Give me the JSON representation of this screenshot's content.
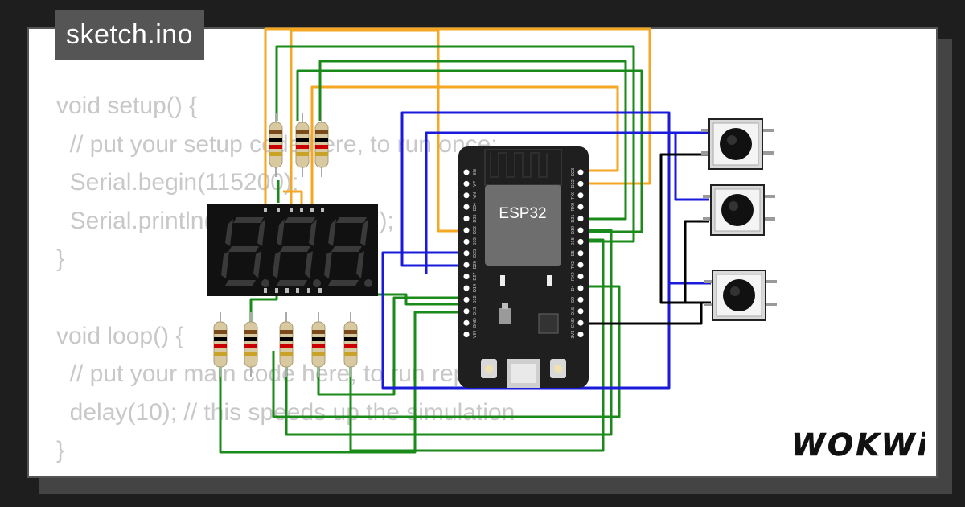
{
  "tab": {
    "filename": "sketch.ino"
  },
  "code_lines": [
    "void setup() {",
    "  // put your setup code here, to run once:",
    "  Serial.begin(115200);",
    "  Serial.println(\"Hello, ESP32!\");",
    "}",
    "",
    "void loop() {",
    "  // put your main code here, to run repeatedly:",
    "  delay(10); // this speeds up the simulation",
    "}"
  ],
  "board": {
    "label": "ESP32",
    "left_pins": [
      "EN",
      "VP",
      "VN",
      "D34",
      "D35",
      "D32",
      "D33",
      "D25",
      "D26",
      "D27",
      "D14",
      "D12",
      "D13",
      "GND",
      "VIN"
    ],
    "right_pins": [
      "D23",
      "D22",
      "TX0",
      "RX0",
      "D21",
      "D19",
      "D18",
      "D5",
      "TX2",
      "RX2",
      "D4",
      "D2",
      "D15",
      "GND",
      "3V3"
    ]
  },
  "seven_segment": {
    "digits": 3
  },
  "buttons": {
    "count": 3
  },
  "resistors": {
    "top_count": 3,
    "bottom_count": 5
  },
  "logo": {
    "text": "WOKWi"
  },
  "colors": {
    "wire_orange": "#f5a623",
    "wire_green": "#1a8a1a",
    "wire_blue": "#1a1adb",
    "wire_black": "#000000",
    "board": "#1f1f1f"
  }
}
